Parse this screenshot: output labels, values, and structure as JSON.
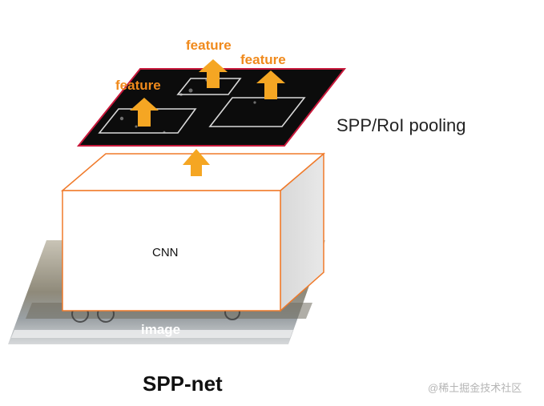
{
  "diagram": {
    "title": "SPP-net",
    "spp_label": "SPP/RoI pooling",
    "cnn_label": "CNN",
    "image_label": "image",
    "feature_labels": [
      "feature",
      "feature",
      "feature"
    ],
    "watermark": "@稀土掘金技术社区",
    "colors": {
      "accent_orange": "#f5a623",
      "box_outline": "#f07a2a",
      "feature_map_fill": "#0c0c0c",
      "feature_map_border": "#c8193c",
      "side_face": "#dcdcdc"
    }
  }
}
